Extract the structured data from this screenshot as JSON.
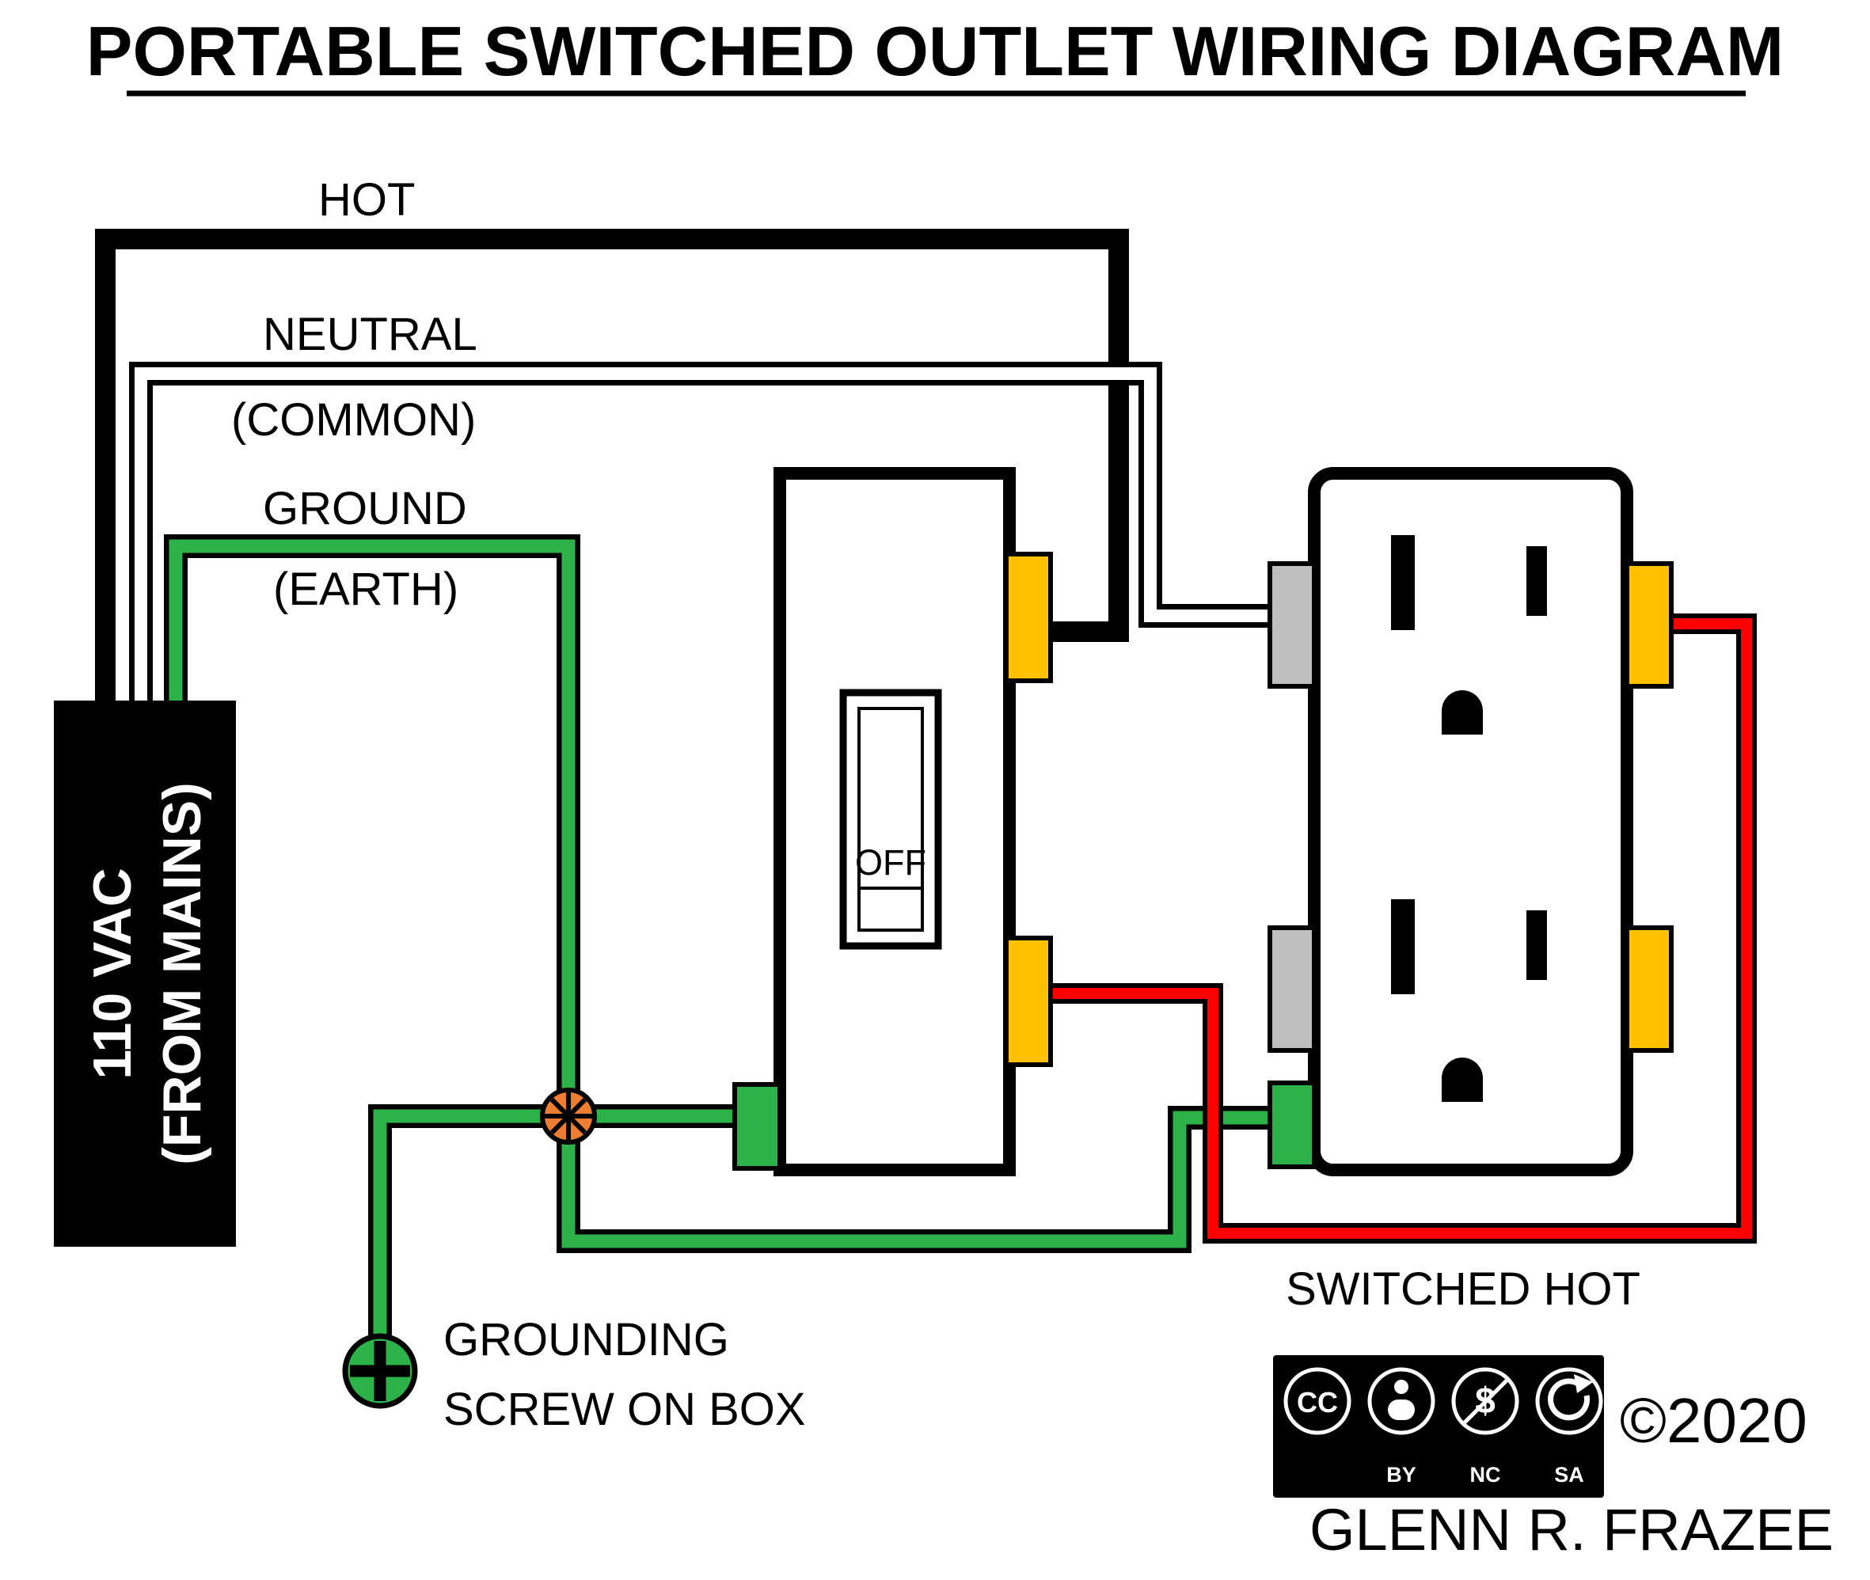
{
  "title": "PORTABLE SWITCHED OUTLET WIRING DIAGRAM",
  "source": {
    "line1": "110 VAC",
    "line2": "(FROM MAINS)"
  },
  "wire_labels": {
    "hot": "HOT",
    "neutral": "NEUTRAL",
    "common": "(COMMON)",
    "ground": "GROUND",
    "earth": "(EARTH)",
    "switched_hot": "SWITCHED HOT"
  },
  "switch": {
    "state": "OFF"
  },
  "grounding": {
    "line1": "GROUNDING",
    "line2": "SCREW ON BOX"
  },
  "license": {
    "cc": "CC",
    "by": "BY",
    "nc": "NC",
    "sa": "SA",
    "dollar": "$",
    "copyright": "©2020",
    "author": "GLENN R. FRAZEE"
  },
  "colors": {
    "hot_wire": "#000000",
    "neutral_wire": "#FFFFFF",
    "ground_wire": "#2DB24A",
    "switched_hot_wire": "#FF0000",
    "brass_terminal": "#FFC000",
    "silver_terminal": "#BFBFBF",
    "ground_terminal": "#2DB24A",
    "junction": "#ED7D31",
    "device_body": "#FFFFFF",
    "source_box": "#000000"
  }
}
